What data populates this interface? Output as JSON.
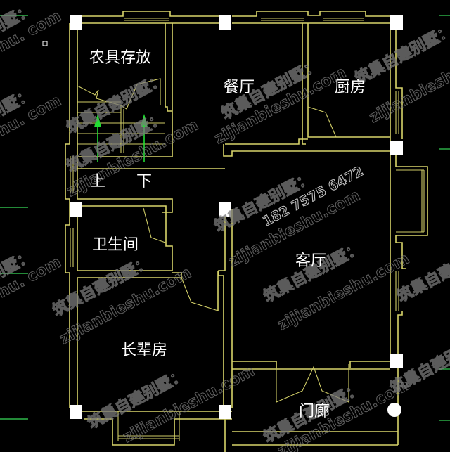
{
  "drawing": {
    "type": "floor-plan",
    "background_color": "#000000",
    "wall_color": "#d8d46a",
    "column_color": "#ffffff",
    "arrow_color": "#22dd33"
  },
  "rooms": [
    {
      "id": "farm-tool-storage",
      "label": "农具存放"
    },
    {
      "id": "dining-room",
      "label": "餐厅"
    },
    {
      "id": "kitchen",
      "label": "厨房"
    },
    {
      "id": "stair-up",
      "label": "上"
    },
    {
      "id": "stair-down",
      "label": "下"
    },
    {
      "id": "bathroom",
      "label": "卫生间"
    },
    {
      "id": "living-room",
      "label": "客厅"
    },
    {
      "id": "elder-bedroom",
      "label": "长辈房"
    },
    {
      "id": "porch",
      "label": "门廊"
    }
  ],
  "watermark": {
    "text_cn": "筑巢自建别墅：",
    "text_url": "zijianbieshu.com",
    "text_short": "别墅：",
    "text_com": "shu. com",
    "phone": "182 7575 6472"
  }
}
